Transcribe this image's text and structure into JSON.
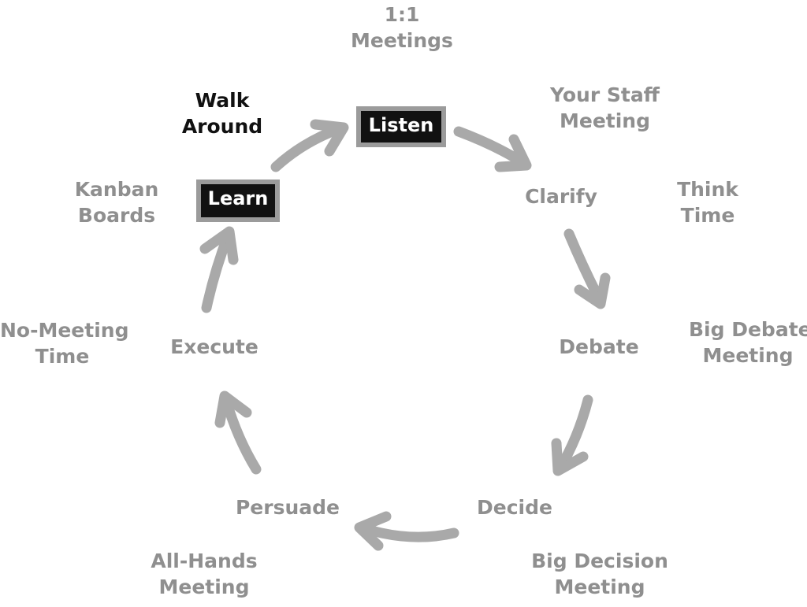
{
  "cycle": {
    "listen": "Listen",
    "clarify": "Clarify",
    "debate": "Debate",
    "decide": "Decide",
    "persuade": "Persuade",
    "execute": "Execute",
    "learn": "Learn"
  },
  "mechanisms": {
    "one_on_one": [
      "1:1",
      "Meetings"
    ],
    "staff_meeting": [
      "Your Staff",
      "Meeting"
    ],
    "think_time": [
      "Think",
      "Time"
    ],
    "big_debate": [
      "Big Debate",
      "Meeting"
    ],
    "big_decision": [
      "Big Decision",
      "Meeting"
    ],
    "all_hands": [
      "All-Hands",
      "Meeting"
    ],
    "no_meeting": [
      "No-Meeting",
      "Time"
    ],
    "kanban": [
      "Kanban",
      "Boards"
    ],
    "walk_around": [
      "Walk",
      "Around"
    ]
  },
  "colors": {
    "arrow": "#a9a9a9",
    "label": "#8f8f8f",
    "box_fill": "#111111",
    "box_border": "#9b9b9b",
    "emphasis": "#111111"
  }
}
